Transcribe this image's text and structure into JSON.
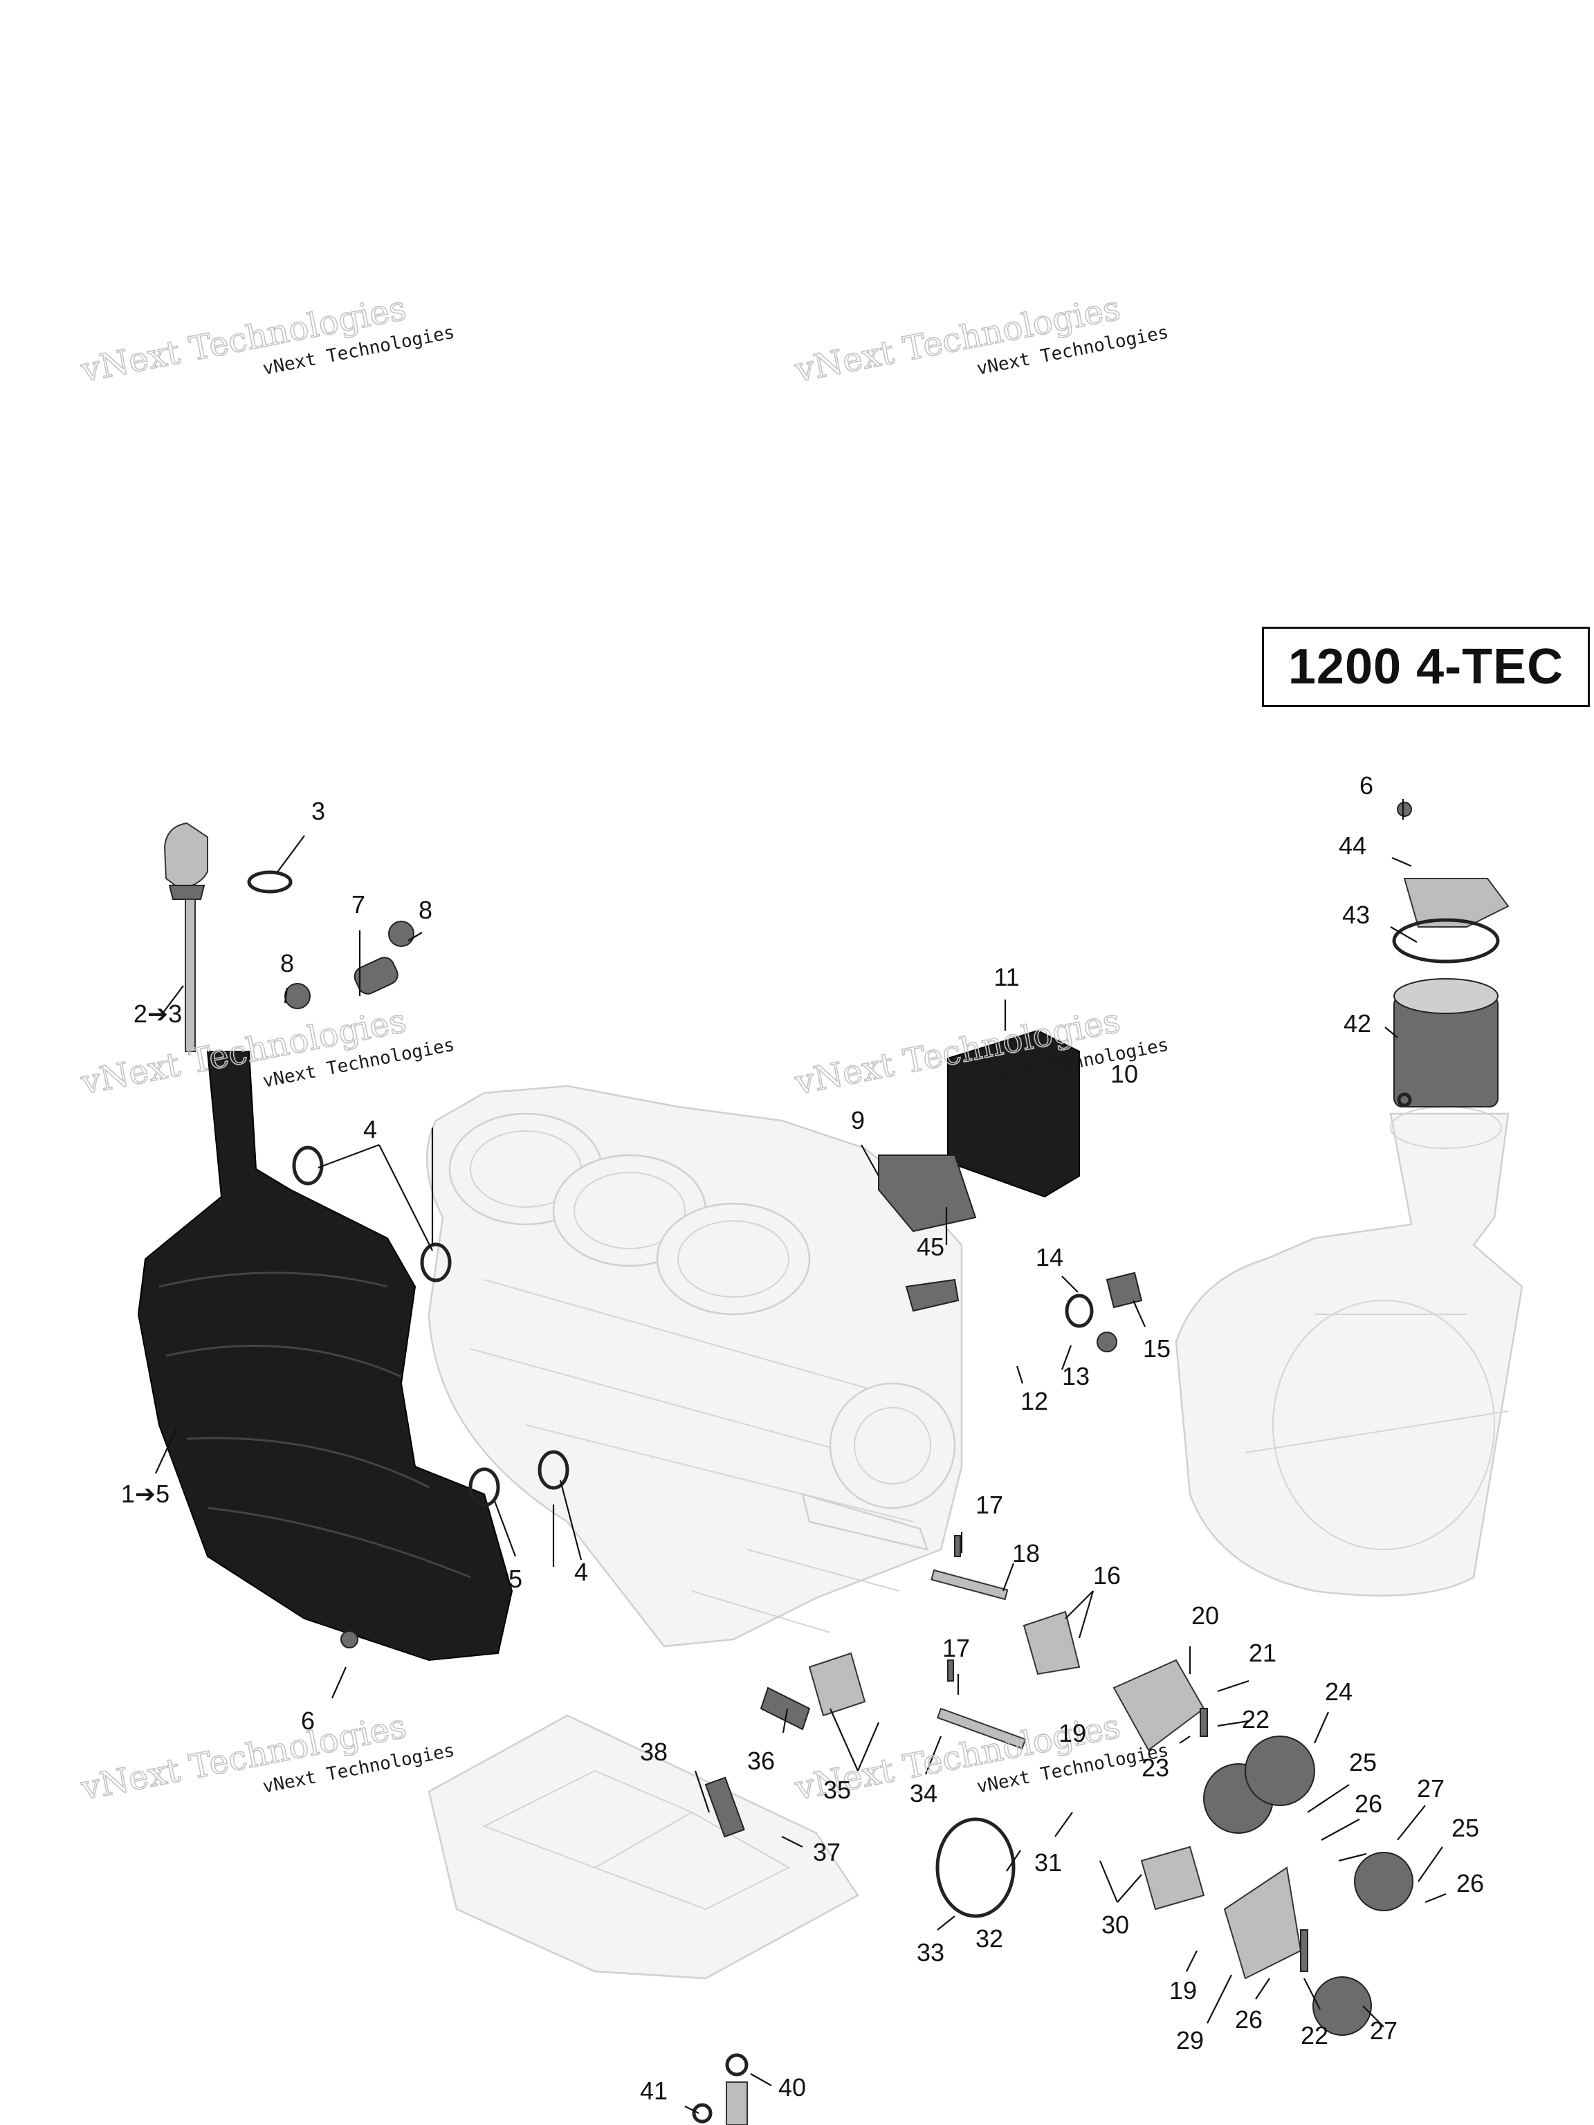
{
  "model_label": "1200 4-TEC",
  "watermark": {
    "big": "vNext Technologies",
    "small": "vNext Technologies"
  },
  "callouts": [
    {
      "id": "c3-top",
      "text": "3"
    },
    {
      "id": "c2-3",
      "text": "2➔3"
    },
    {
      "id": "c7",
      "text": "7"
    },
    {
      "id": "c8-a",
      "text": "8"
    },
    {
      "id": "c8-b",
      "text": "8"
    },
    {
      "id": "c4-a",
      "text": "4"
    },
    {
      "id": "c1-5",
      "text": "1➔5"
    },
    {
      "id": "c5",
      "text": "5"
    },
    {
      "id": "c4-b",
      "text": "4"
    },
    {
      "id": "c6-a",
      "text": "6"
    },
    {
      "id": "c11",
      "text": "11"
    },
    {
      "id": "c10",
      "text": "10"
    },
    {
      "id": "c9",
      "text": "9"
    },
    {
      "id": "c45",
      "text": "45"
    },
    {
      "id": "c14",
      "text": "14"
    },
    {
      "id": "c15",
      "text": "15"
    },
    {
      "id": "c13",
      "text": "13"
    },
    {
      "id": "c12",
      "text": "12"
    },
    {
      "id": "c6-b",
      "text": "6"
    },
    {
      "id": "c44",
      "text": "44"
    },
    {
      "id": "c43",
      "text": "43"
    },
    {
      "id": "c42",
      "text": "42"
    },
    {
      "id": "c17-a",
      "text": "17"
    },
    {
      "id": "c18",
      "text": "18"
    },
    {
      "id": "c16",
      "text": "16"
    },
    {
      "id": "c20",
      "text": "20"
    },
    {
      "id": "c21",
      "text": "21"
    },
    {
      "id": "c22-a",
      "text": "22"
    },
    {
      "id": "c24",
      "text": "24"
    },
    {
      "id": "c17-b",
      "text": "17"
    },
    {
      "id": "c19-a",
      "text": "19"
    },
    {
      "id": "c23",
      "text": "23"
    },
    {
      "id": "c25-a",
      "text": "25"
    },
    {
      "id": "c26-a",
      "text": "26"
    },
    {
      "id": "c27-a",
      "text": "27"
    },
    {
      "id": "c25-b",
      "text": "25"
    },
    {
      "id": "c26-b",
      "text": "26"
    },
    {
      "id": "c38",
      "text": "38"
    },
    {
      "id": "c36",
      "text": "36"
    },
    {
      "id": "c35",
      "text": "35"
    },
    {
      "id": "c34",
      "text": "34"
    },
    {
      "id": "c37",
      "text": "37"
    },
    {
      "id": "c31",
      "text": "31"
    },
    {
      "id": "c33",
      "text": "33"
    },
    {
      "id": "c32",
      "text": "32"
    },
    {
      "id": "c30",
      "text": "30"
    },
    {
      "id": "c19-b",
      "text": "19"
    },
    {
      "id": "c29",
      "text": "29"
    },
    {
      "id": "c26-c",
      "text": "26"
    },
    {
      "id": "c22-b",
      "text": "22"
    },
    {
      "id": "c27-b",
      "text": "27"
    },
    {
      "id": "c41",
      "text": "41"
    },
    {
      "id": "c40",
      "text": "40"
    }
  ]
}
